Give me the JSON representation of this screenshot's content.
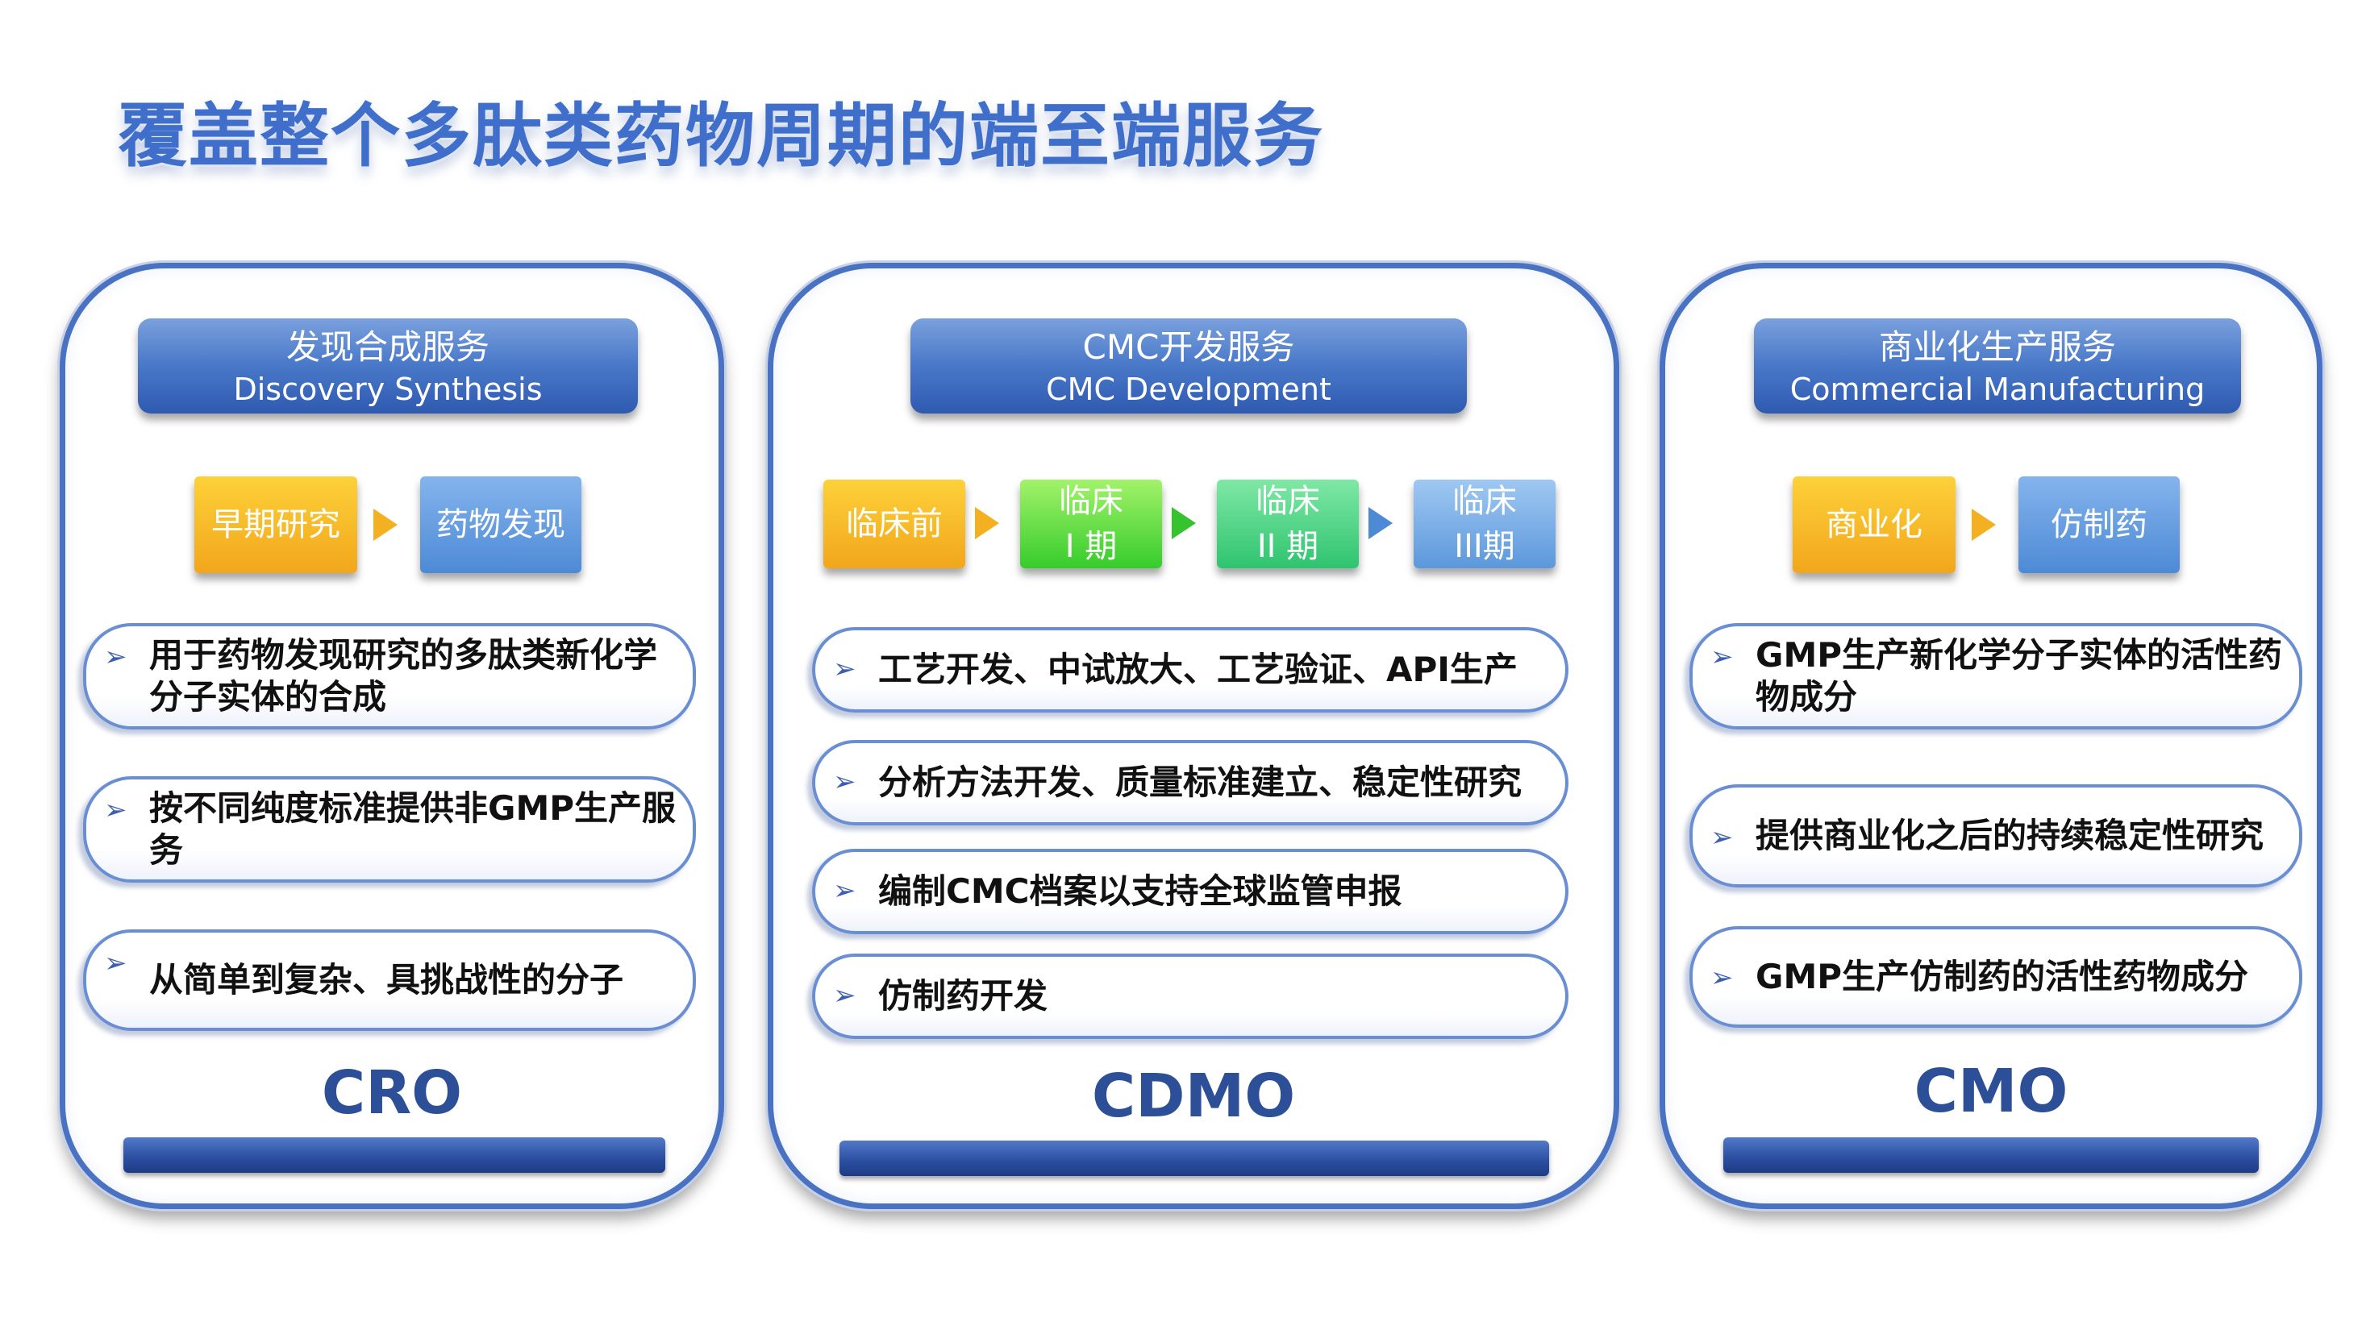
{
  "title": "覆盖整个多肽类药物周期的端至端服务",
  "panels": {
    "cro": {
      "header_zh": "发现合成服务",
      "header_en": "Discovery Synthesis",
      "steps": [
        "早期研究",
        "药物发现"
      ],
      "items": [
        "用于药物发现研究的多肽类新化学分子实体的合成",
        "按不同纯度标准提供非GMP生产服务",
        "从简单到复杂、具挑战性的分子"
      ],
      "label": "CRO"
    },
    "cdmo": {
      "header_zh": "CMC开发服务",
      "header_en": "CMC Development",
      "steps": [
        {
          "line1": "临床前",
          "line2": ""
        },
        {
          "line1": "临床",
          "line2": "I 期"
        },
        {
          "line1": "临床",
          "line2": "II 期"
        },
        {
          "line1": "临床",
          "line2": "III期"
        }
      ],
      "items": [
        "工艺开发、中试放大、工艺验证、API生产",
        "分析方法开发、质量标准建立、稳定性研究",
        "编制CMC档案以支持全球监管申报",
        "仿制药开发"
      ],
      "label": "CDMO"
    },
    "cmo": {
      "header_zh": "商业化生产服务",
      "header_en": "Commercial Manufacturing",
      "steps": [
        "商业化",
        "仿制药"
      ],
      "items": [
        "GMP生产新化学分子实体的活性药物成分",
        "提供商业化之后的持续稳定性研究",
        "GMP生产仿制药的活性药物成分"
      ],
      "label": "CMO"
    }
  },
  "icons": {
    "bullet": "bullet-arrow-icon",
    "flow": "flow-arrow-icon"
  },
  "colors": {
    "title": "#3f6fcb",
    "panel_border": "#4a72c2",
    "header": "#4a79c9",
    "step_orange": "#f2a61b",
    "step_blue": "#4d8ad6",
    "step_green": "#36cc2c",
    "label": "#2c4f97"
  }
}
